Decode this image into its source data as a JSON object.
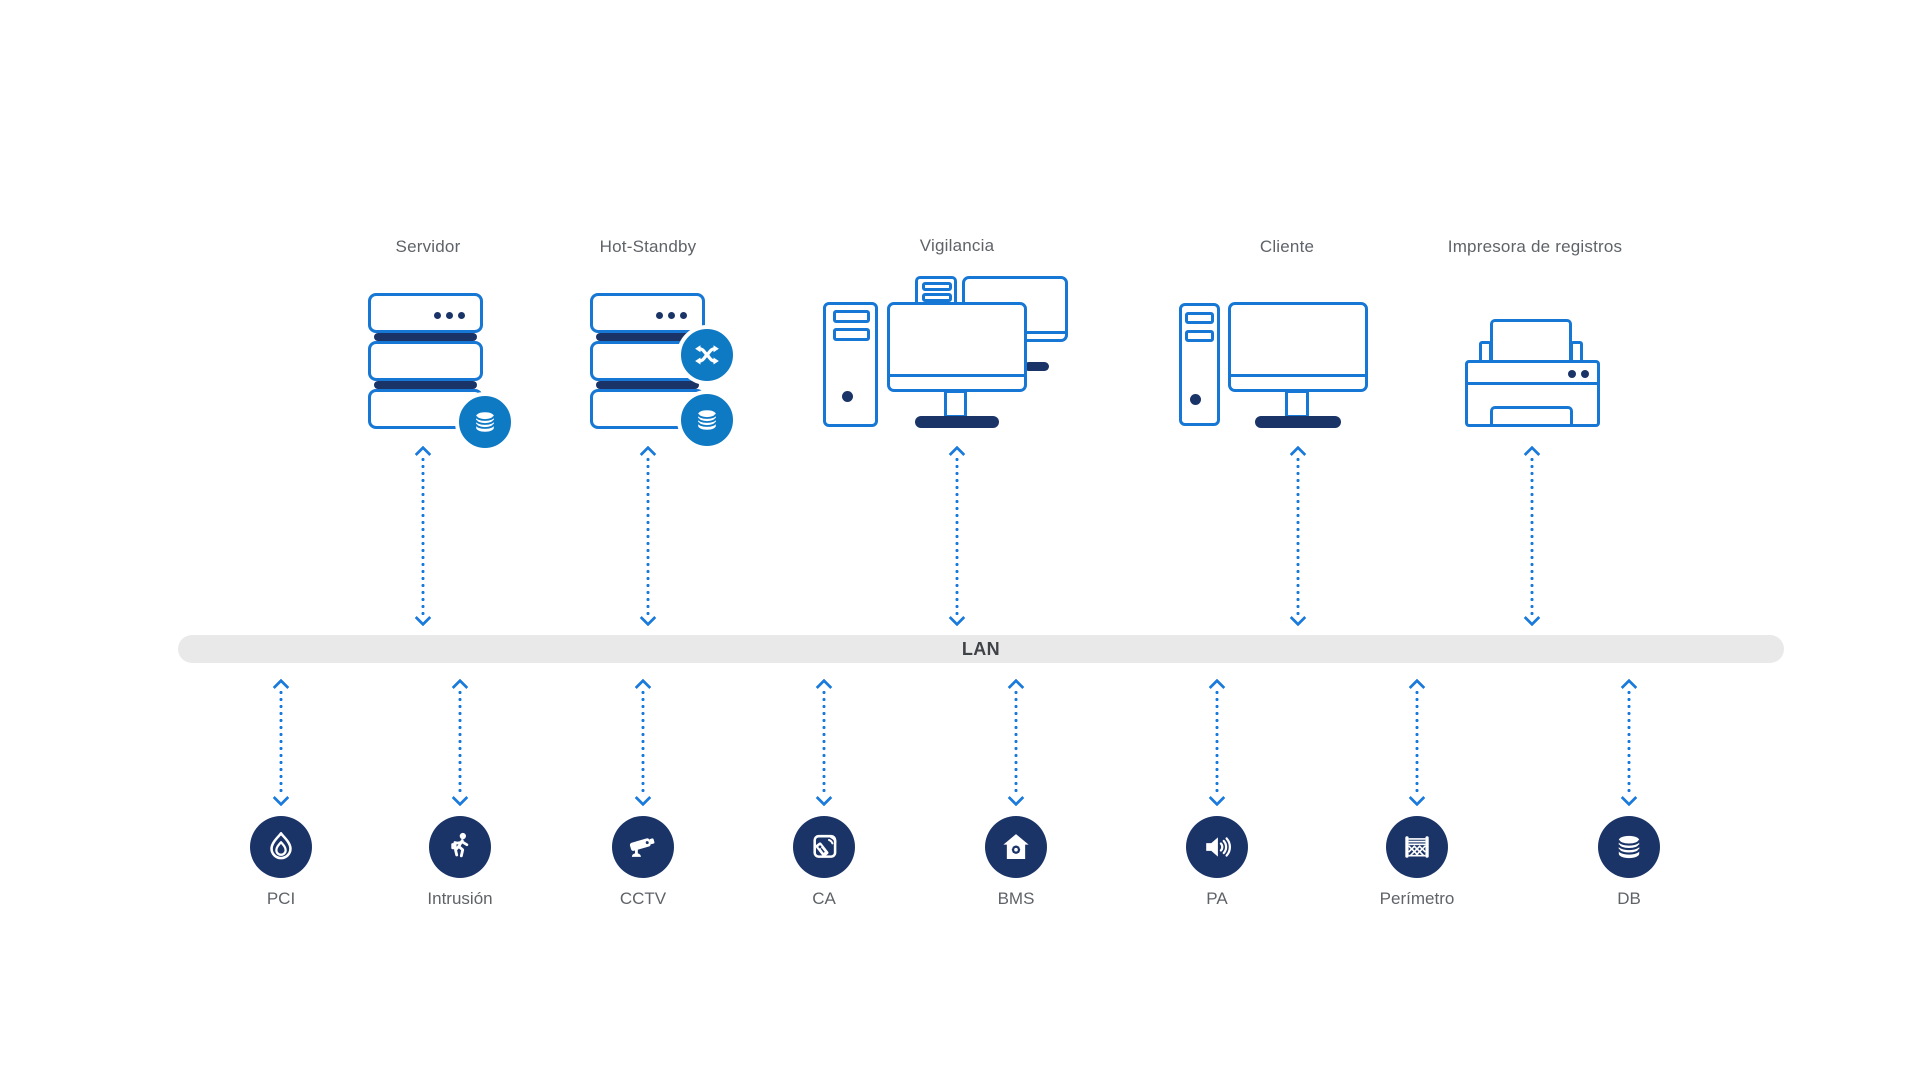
{
  "diagram": {
    "lan": {
      "label": "LAN"
    },
    "top_nodes": [
      {
        "id": "servidor",
        "label": "Servidor",
        "icon": "server-stack-icon",
        "badges": [
          "database-badge-icon"
        ]
      },
      {
        "id": "hot-standby",
        "label": "Hot-Standby",
        "icon": "server-stack-icon",
        "badges": [
          "shuffle-badge-icon",
          "database-badge-icon"
        ]
      },
      {
        "id": "vigilancia",
        "label": "Vigilancia",
        "icon": "workstation-dual-monitor-icon",
        "badges": []
      },
      {
        "id": "cliente",
        "label": "Cliente",
        "icon": "workstation-monitor-icon",
        "badges": []
      },
      {
        "id": "impresora",
        "label": "Impresora de registros",
        "icon": "printer-icon",
        "badges": []
      }
    ],
    "bottom_nodes": [
      {
        "id": "pci",
        "label": "PCI",
        "icon": "fire-icon"
      },
      {
        "id": "intrusion",
        "label": "Intrusión",
        "icon": "running-person-icon"
      },
      {
        "id": "cctv",
        "label": "CCTV",
        "icon": "cctv-camera-icon"
      },
      {
        "id": "ca",
        "label": "CA",
        "icon": "access-card-icon"
      },
      {
        "id": "bms",
        "label": "BMS",
        "icon": "home-gear-icon"
      },
      {
        "id": "pa",
        "label": "PA",
        "icon": "speaker-icon"
      },
      {
        "id": "perimetro",
        "label": "Perímetro",
        "icon": "fence-icon"
      },
      {
        "id": "db",
        "label": "DB",
        "icon": "database-icon"
      }
    ],
    "colors": {
      "outline_blue": "#1777d4",
      "navy": "#1b3468",
      "badge_blue": "#0f7ac4",
      "arrow_blue": "#1a7bdc",
      "lan_bar": "#e9e9e9",
      "label_gray": "#5f6368"
    }
  }
}
